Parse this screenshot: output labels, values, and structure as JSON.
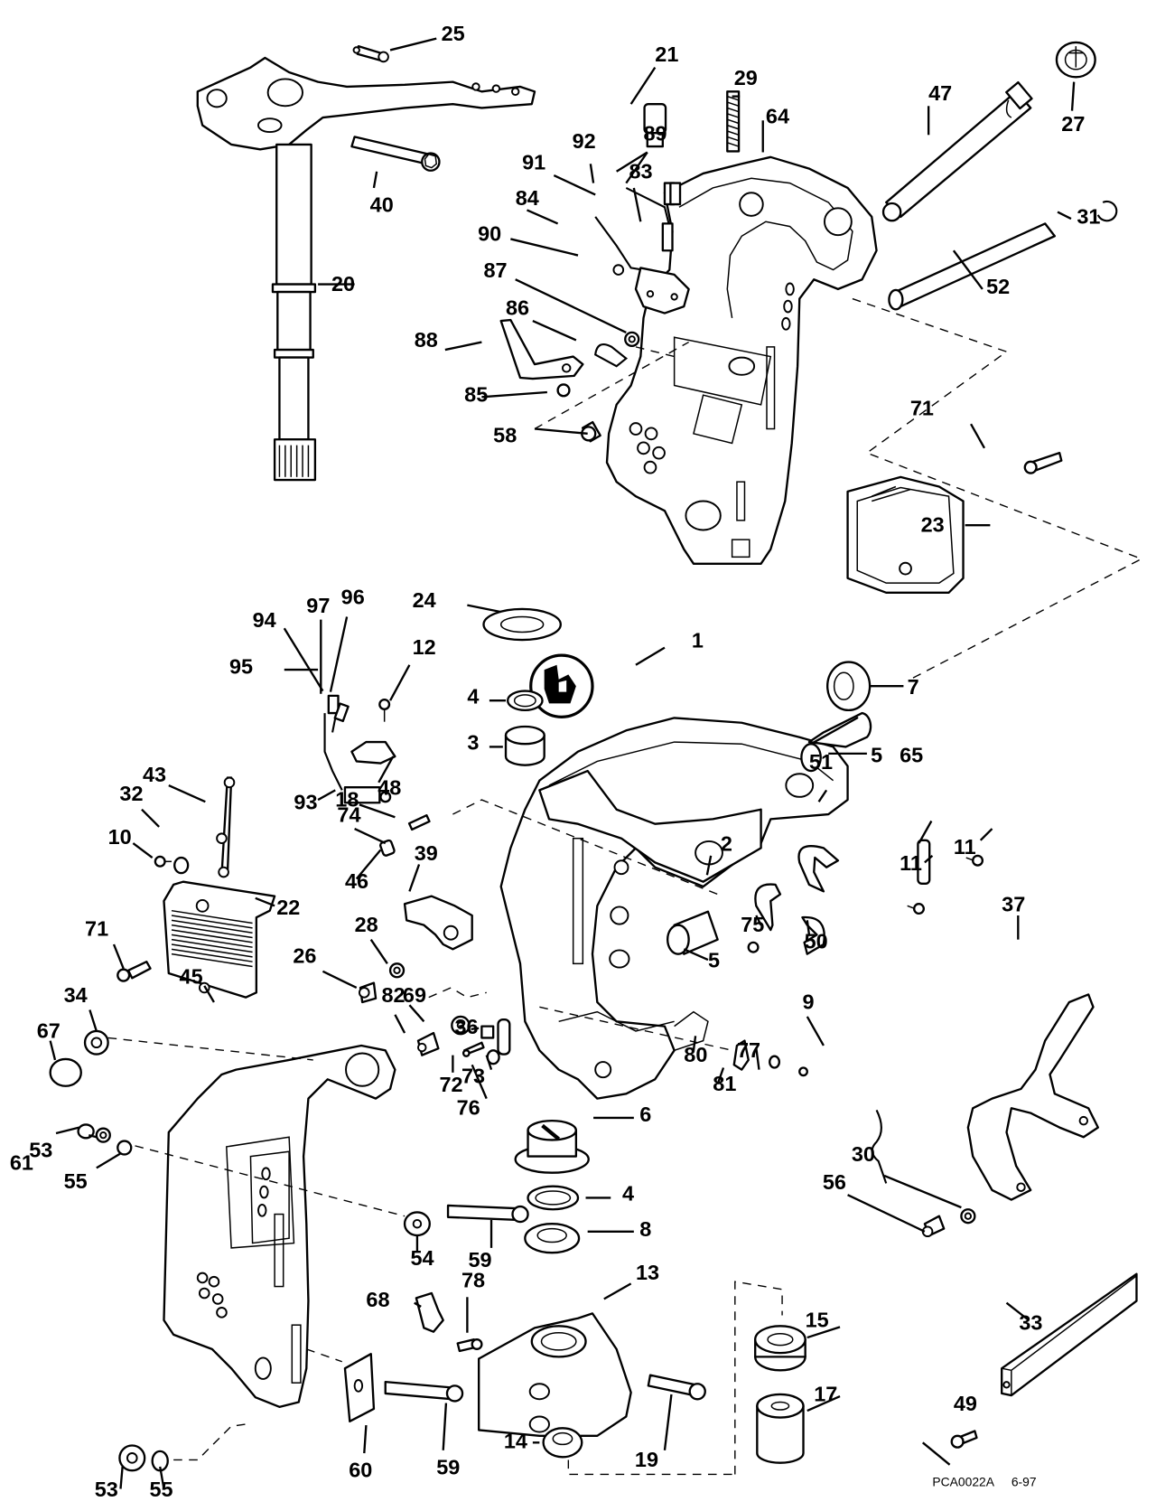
{
  "diagram": {
    "type": "exploded-parts-diagram",
    "subject": "Outboard motor swivel bracket / stern bracket assembly",
    "reference_code": "PCA0022A",
    "reference_date": "6-97",
    "callout_numbers": [
      "1",
      "2",
      "3",
      "4",
      "4",
      "5",
      "5",
      "6",
      "7",
      "8",
      "9",
      "10",
      "11",
      "11",
      "12",
      "13",
      "14",
      "15",
      "17",
      "18",
      "19",
      "20",
      "21",
      "22",
      "23",
      "24",
      "25",
      "26",
      "27",
      "28",
      "29",
      "30",
      "31",
      "32",
      "33",
      "34",
      "36",
      "37",
      "39",
      "40",
      "43",
      "45",
      "46",
      "47",
      "48",
      "49",
      "50",
      "51",
      "52",
      "53",
      "53",
      "54",
      "55",
      "55",
      "56",
      "58",
      "59",
      "59",
      "60",
      "61",
      "64",
      "65",
      "67",
      "68",
      "69",
      "71",
      "71",
      "72",
      "73",
      "74",
      "75",
      "76",
      "77",
      "78",
      "80",
      "81",
      "82",
      "83",
      "84",
      "85",
      "86",
      "87",
      "88",
      "89",
      "90",
      "91",
      "92",
      "93",
      "94",
      "95",
      "96",
      "97"
    ],
    "sealant_symbol": "sealant-applicator-icon"
  }
}
